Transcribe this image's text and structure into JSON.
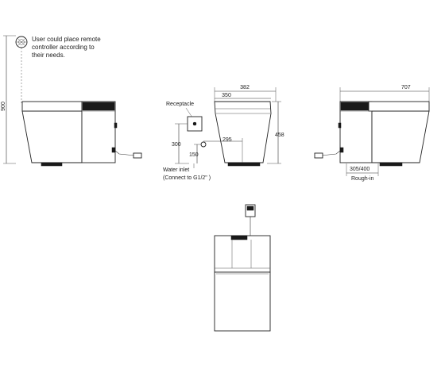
{
  "note": {
    "line1": "User could place remote",
    "line2": "controller according to",
    "line3": "their needs."
  },
  "left_view": {
    "height_dim": "900"
  },
  "center_view": {
    "width_overall": "382",
    "width_inner": "350",
    "height_dim": "458",
    "receptacle_label": "Receptacle",
    "receptacle_height": "300",
    "inlet_offset": "295",
    "inlet_height": "150",
    "water_inlet_line1": "Water inlet",
    "water_inlet_line2": "(Connect to G1/2\" )"
  },
  "right_view": {
    "length_dim": "707",
    "rough_in_dim": "305/400",
    "rough_in_label": "Rough-in"
  }
}
